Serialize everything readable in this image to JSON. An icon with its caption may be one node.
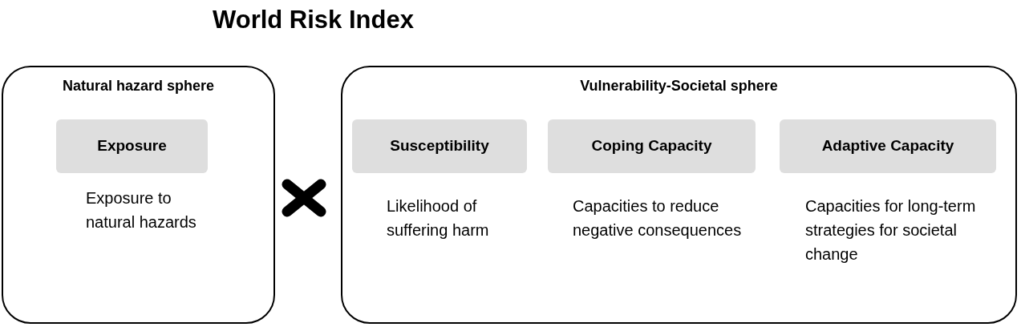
{
  "diagram": {
    "title": "World Risk Index",
    "nodes": [
      {
        "text": [
          "Natural hazard sphere"
        ]
      },
      {
        "text": [
          "Exposure"
        ],
        "in": 0,
        "beside": [
          "Exposure to natural hazards"
        ]
      },
      {
        "text": [
          "Vulnerability-Societal sphere"
        ]
      },
      {
        "text": [
          "Susceptibility"
        ],
        "in": 2,
        "beside": [
          "Likelihood of suffering harm"
        ]
      },
      {
        "text": [
          "Coping Capacity"
        ],
        "in": 2,
        "beside": [
          "Capacities to reduce negative consequences"
        ]
      },
      {
        "text": [
          "Adaptive Capacity"
        ],
        "in": 2,
        "beside": [
          "Capacities for long-term strategies for societal change"
        ]
      }
    ],
    "edges": []
  }
}
